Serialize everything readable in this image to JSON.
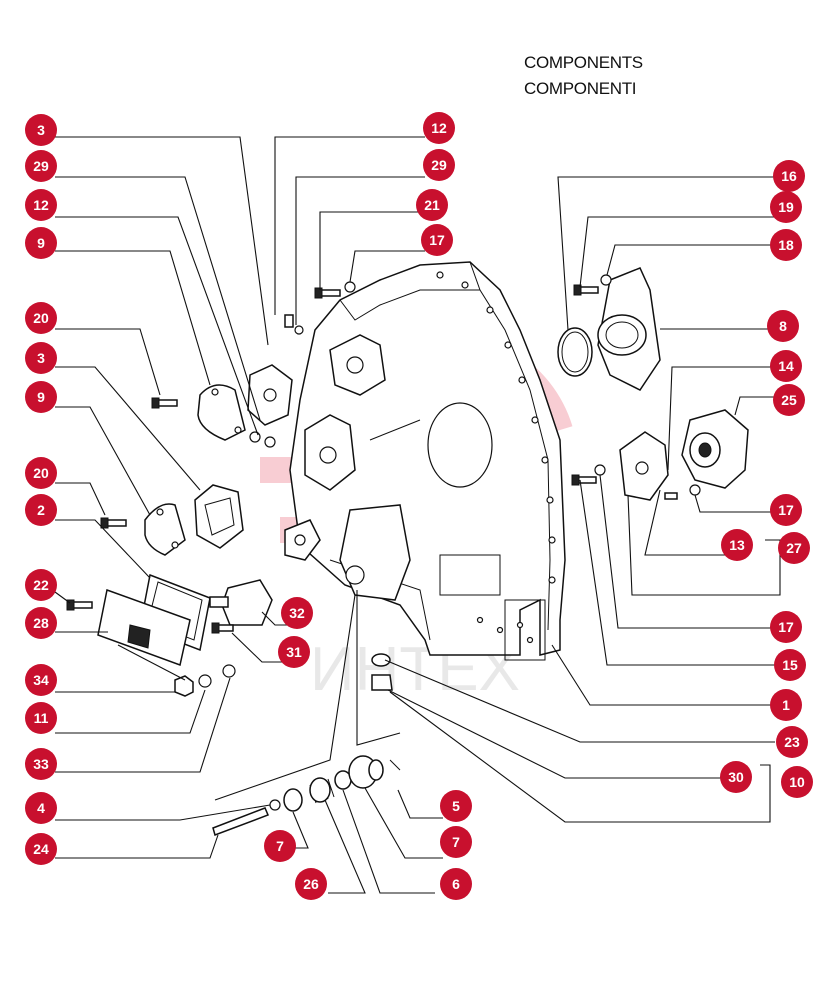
{
  "title": {
    "line1": "COMPONENTS",
    "line2": "COMPONENTI"
  },
  "watermark": {
    "text": "ИНТЕХ",
    "color": "#e11f3a"
  },
  "colors": {
    "badge": "#c8102e",
    "badge_text": "#ffffff",
    "line": "#111111"
  },
  "callouts": [
    {
      "id": "c-3a",
      "label": "3"
    },
    {
      "id": "c-29a",
      "label": "29"
    },
    {
      "id": "c-12a",
      "label": "12"
    },
    {
      "id": "c-9a",
      "label": "9"
    },
    {
      "id": "c-20a",
      "label": "20"
    },
    {
      "id": "c-3b",
      "label": "3"
    },
    {
      "id": "c-9b",
      "label": "9"
    },
    {
      "id": "c-20b",
      "label": "20"
    },
    {
      "id": "c-2",
      "label": "2"
    },
    {
      "id": "c-22",
      "label": "22"
    },
    {
      "id": "c-28",
      "label": "28"
    },
    {
      "id": "c-34",
      "label": "34"
    },
    {
      "id": "c-11",
      "label": "11"
    },
    {
      "id": "c-33",
      "label": "33"
    },
    {
      "id": "c-4",
      "label": "4"
    },
    {
      "id": "c-24",
      "label": "24"
    },
    {
      "id": "c-7a",
      "label": "7"
    },
    {
      "id": "c-26",
      "label": "26"
    },
    {
      "id": "c-6",
      "label": "6"
    },
    {
      "id": "c-7b",
      "label": "7"
    },
    {
      "id": "c-5",
      "label": "5"
    },
    {
      "id": "c-32",
      "label": "32"
    },
    {
      "id": "c-31",
      "label": "31"
    },
    {
      "id": "c-12b",
      "label": "12"
    },
    {
      "id": "c-29b",
      "label": "29"
    },
    {
      "id": "c-21",
      "label": "21"
    },
    {
      "id": "c-17a",
      "label": "17"
    },
    {
      "id": "c-16",
      "label": "16"
    },
    {
      "id": "c-19",
      "label": "19"
    },
    {
      "id": "c-18",
      "label": "18"
    },
    {
      "id": "c-8",
      "label": "8"
    },
    {
      "id": "c-14",
      "label": "14"
    },
    {
      "id": "c-25",
      "label": "25"
    },
    {
      "id": "c-17b",
      "label": "17"
    },
    {
      "id": "c-13",
      "label": "13"
    },
    {
      "id": "c-27",
      "label": "27"
    },
    {
      "id": "c-17c",
      "label": "17"
    },
    {
      "id": "c-15",
      "label": "15"
    },
    {
      "id": "c-1",
      "label": "1"
    },
    {
      "id": "c-23",
      "label": "23"
    },
    {
      "id": "c-30",
      "label": "30"
    },
    {
      "id": "c-10",
      "label": "10"
    }
  ]
}
